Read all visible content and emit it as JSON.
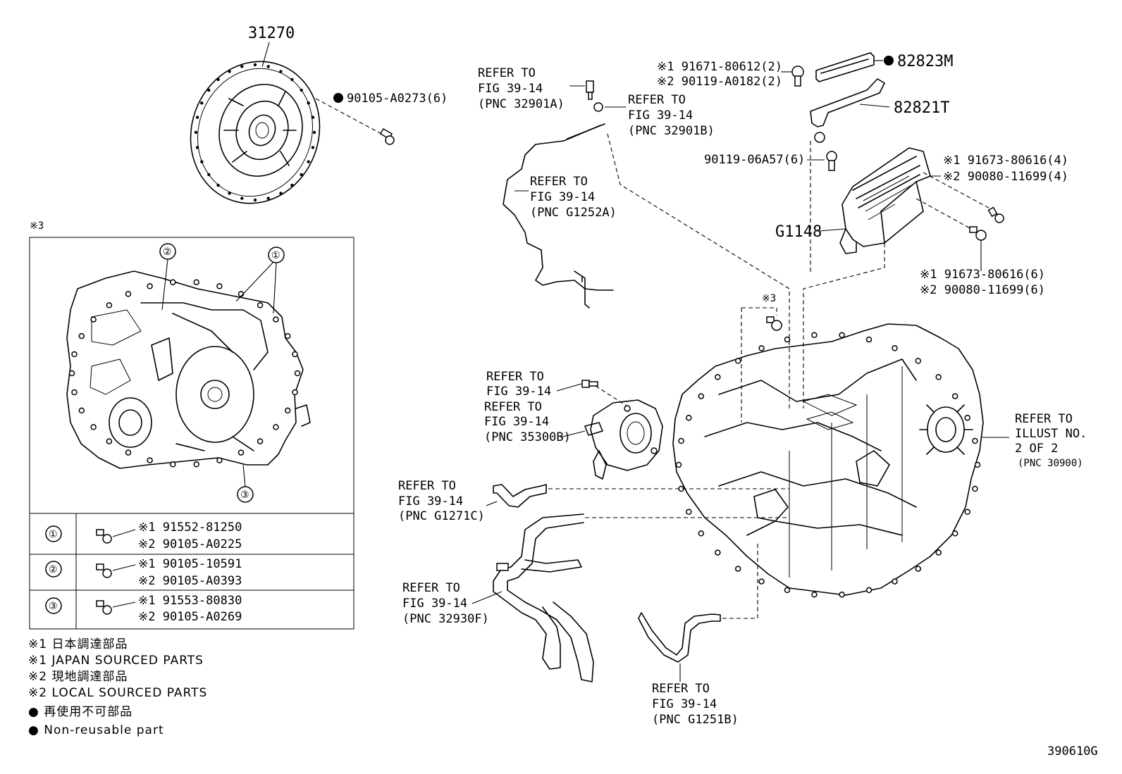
{
  "parts": {
    "clutch": "31270",
    "clutch_bolt": "90105-A0273(6)",
    "pipe_top_refer": [
      "REFER TO",
      "FIG 39-14",
      "(PNC 32901A)"
    ],
    "union_refer": [
      "REFER TO",
      "FIG 39-14",
      "(PNC 32901B)"
    ],
    "tube_refer": [
      "REFER TO",
      "FIG 39-14",
      "(PNC G1252A)"
    ],
    "bracket_bolt_1": "※1 91671-80612(2)",
    "bracket_bolt_2": "※2 90119-A0182(2)",
    "cover": "82823M",
    "bracket": "82821T",
    "bolt_06a57": "90119-06A57(6)",
    "ecu_bolt_a1": "※1 91673-80616(4)",
    "ecu_bolt_a2": "※2 90080-11699(4)",
    "ecu": "G1148",
    "ecu_bolt_b1": "※1 91673-80616(6)",
    "ecu_bolt_b2": "※2 90080-11699(6)",
    "mark3": "※3",
    "pump_refer": [
      "REFER TO",
      "FIG 39-14",
      "REFER TO",
      "FIG 39-14",
      "(PNC 35300B)"
    ],
    "illust_refer": [
      "REFER TO",
      "ILLUST NO.",
      "2 OF 2",
      "(PNC 30900)"
    ],
    "hose_c_refer": [
      "REFER TO",
      "FIG 39-14",
      "(PNC G1271C)"
    ],
    "hose_f_refer": [
      "REFER TO",
      "FIG 39-14",
      "(PNC 32930F)"
    ],
    "hose_b_refer": [
      "REFER TO",
      "FIG 39-14",
      "(PNC G1251B)"
    ]
  },
  "inset": {
    "marker": "※3",
    "callouts": [
      "①",
      "②",
      "③"
    ],
    "rows": [
      {
        "num": "①",
        "p1": "※1 91552-81250",
        "p2": "※2 90105-A0225"
      },
      {
        "num": "②",
        "p1": "※1 90105-10591",
        "p2": "※2 90105-A0393"
      },
      {
        "num": "③",
        "p1": "※1 91553-80830",
        "p2": "※2 90105-A0269"
      }
    ]
  },
  "legend": [
    "※1 日本調達部品",
    "※1 JAPAN SOURCED PARTS",
    "※2 現地調達部品",
    "※2 LOCAL SOURCED PARTS",
    "● 再使用不可部品",
    "● Non-reusable part"
  ],
  "figure_id": "390610G"
}
